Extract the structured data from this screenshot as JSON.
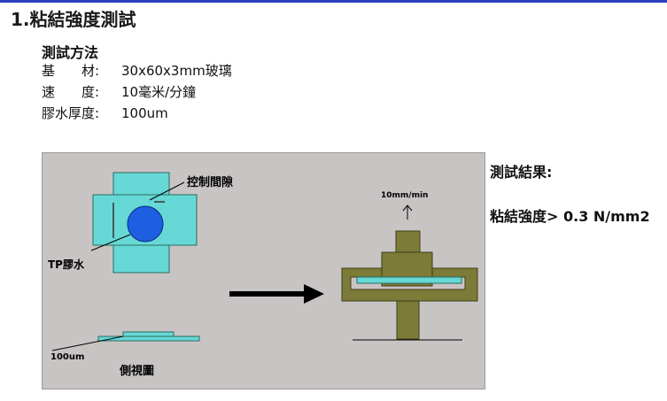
{
  "page": {
    "title": "1.粘結強度測試"
  },
  "method": {
    "heading": "測試方法",
    "rows": [
      {
        "label": "基　　材:",
        "value": "30x60x3mm玻璃"
      },
      {
        "label": "速　　度:",
        "value": "10毫米/分鐘"
      },
      {
        "label": "膠水厚度:",
        "value": "100um"
      }
    ]
  },
  "figure": {
    "label_gap": "控制間隙",
    "label_glue": "TP膠水",
    "label_thickness": "100um",
    "label_side_view": "側視圖",
    "label_speed": "10mm/min",
    "colors": {
      "background": "#c8c4c4",
      "glass": "#66d8d6",
      "glue": "#1e5ee0",
      "fixture": "#7c7b37"
    }
  },
  "result": {
    "heading": "測試結果:",
    "value": "粘結強度> 0.3 N/mm2"
  }
}
